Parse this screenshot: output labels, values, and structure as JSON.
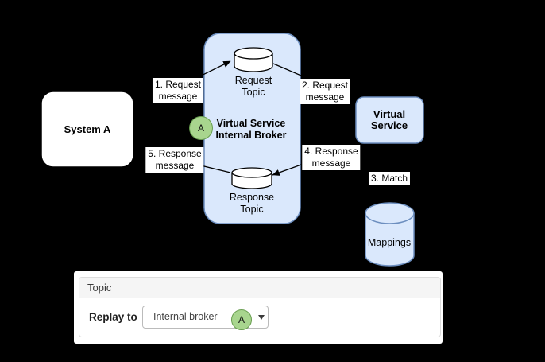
{
  "diagram": {
    "system_a": "System A",
    "broker_title": [
      "Virtual Service",
      "Internal Broker"
    ],
    "request_topic": [
      "Request",
      "Topic"
    ],
    "response_topic": [
      "Response",
      "Topic"
    ],
    "virtual_service": [
      "Virtual",
      "Service"
    ],
    "mappings": "Mappings",
    "badge": "A",
    "edge_labels": {
      "e1": [
        "1. Request",
        "message"
      ],
      "e2": [
        "2. Request",
        "message"
      ],
      "e3": [
        "3. Match"
      ],
      "e4": [
        "4. Response",
        "message"
      ],
      "e5": [
        "5. Response",
        "message"
      ]
    }
  },
  "panel": {
    "header": "Topic",
    "replay_label": "Replay to",
    "dropdown_value": "Internal broker",
    "badge": "A"
  },
  "colors": {
    "background": "#000000",
    "shape_fill": "#dae8fc",
    "shape_stroke": "#6c8ebf",
    "badge_fill": "#a8d58e",
    "badge_stroke": "#699e50",
    "label_bg": "#ffffff",
    "panel_header_bg": "#f5f5f5",
    "panel_border": "#dddddd"
  }
}
